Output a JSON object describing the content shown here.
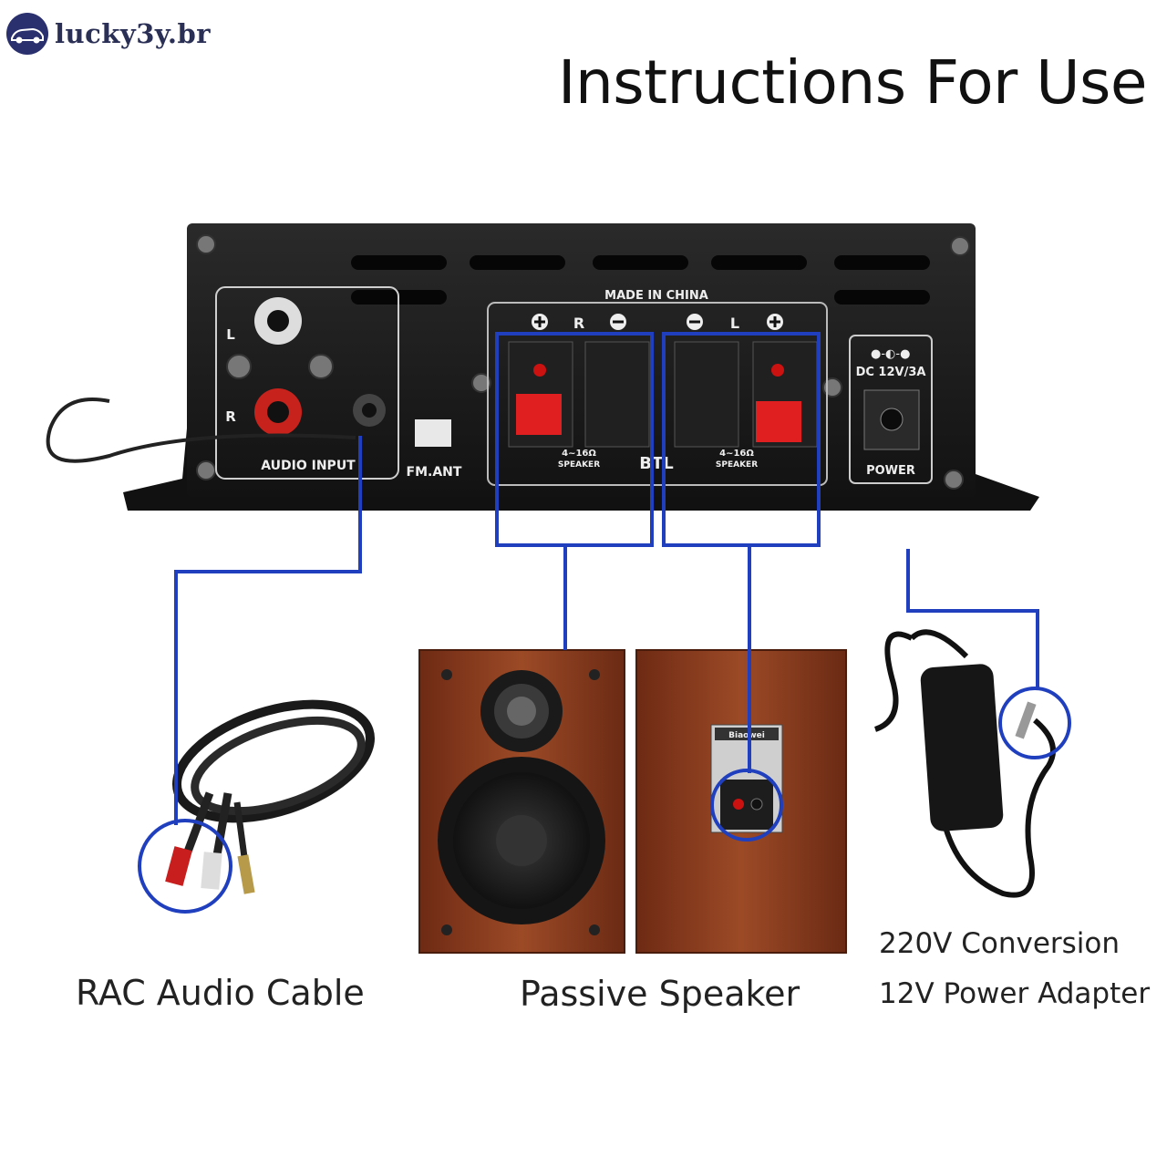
{
  "watermark": {
    "text": "lucky3y.br"
  },
  "title": "Instructions For Use",
  "amplifier": {
    "made_in": "MADE IN CHINA",
    "channel_r": "R",
    "channel_l": "L",
    "input_l": "L",
    "input_r": "R",
    "audio_input": "AUDIO INPUT",
    "fm_ant": "FM.ANT",
    "impedance": "4~16Ω",
    "speaker": "SPEAKER",
    "btl": "BTL",
    "dc_rating": "DC 12V/3A",
    "power": "POWER"
  },
  "back_panel_badge": "Biaowei",
  "items": [
    {
      "label": "RAC Audio Cable"
    },
    {
      "label": "Passive Speaker"
    },
    {
      "label_line1": "220V Conversion",
      "label_line2": "12V Power Adapter"
    }
  ],
  "colors": {
    "connector_line": "#1f3fbf",
    "chassis": "#1b1b1b",
    "wood": "#8a3a1e",
    "terminal_red": "#e02020"
  }
}
